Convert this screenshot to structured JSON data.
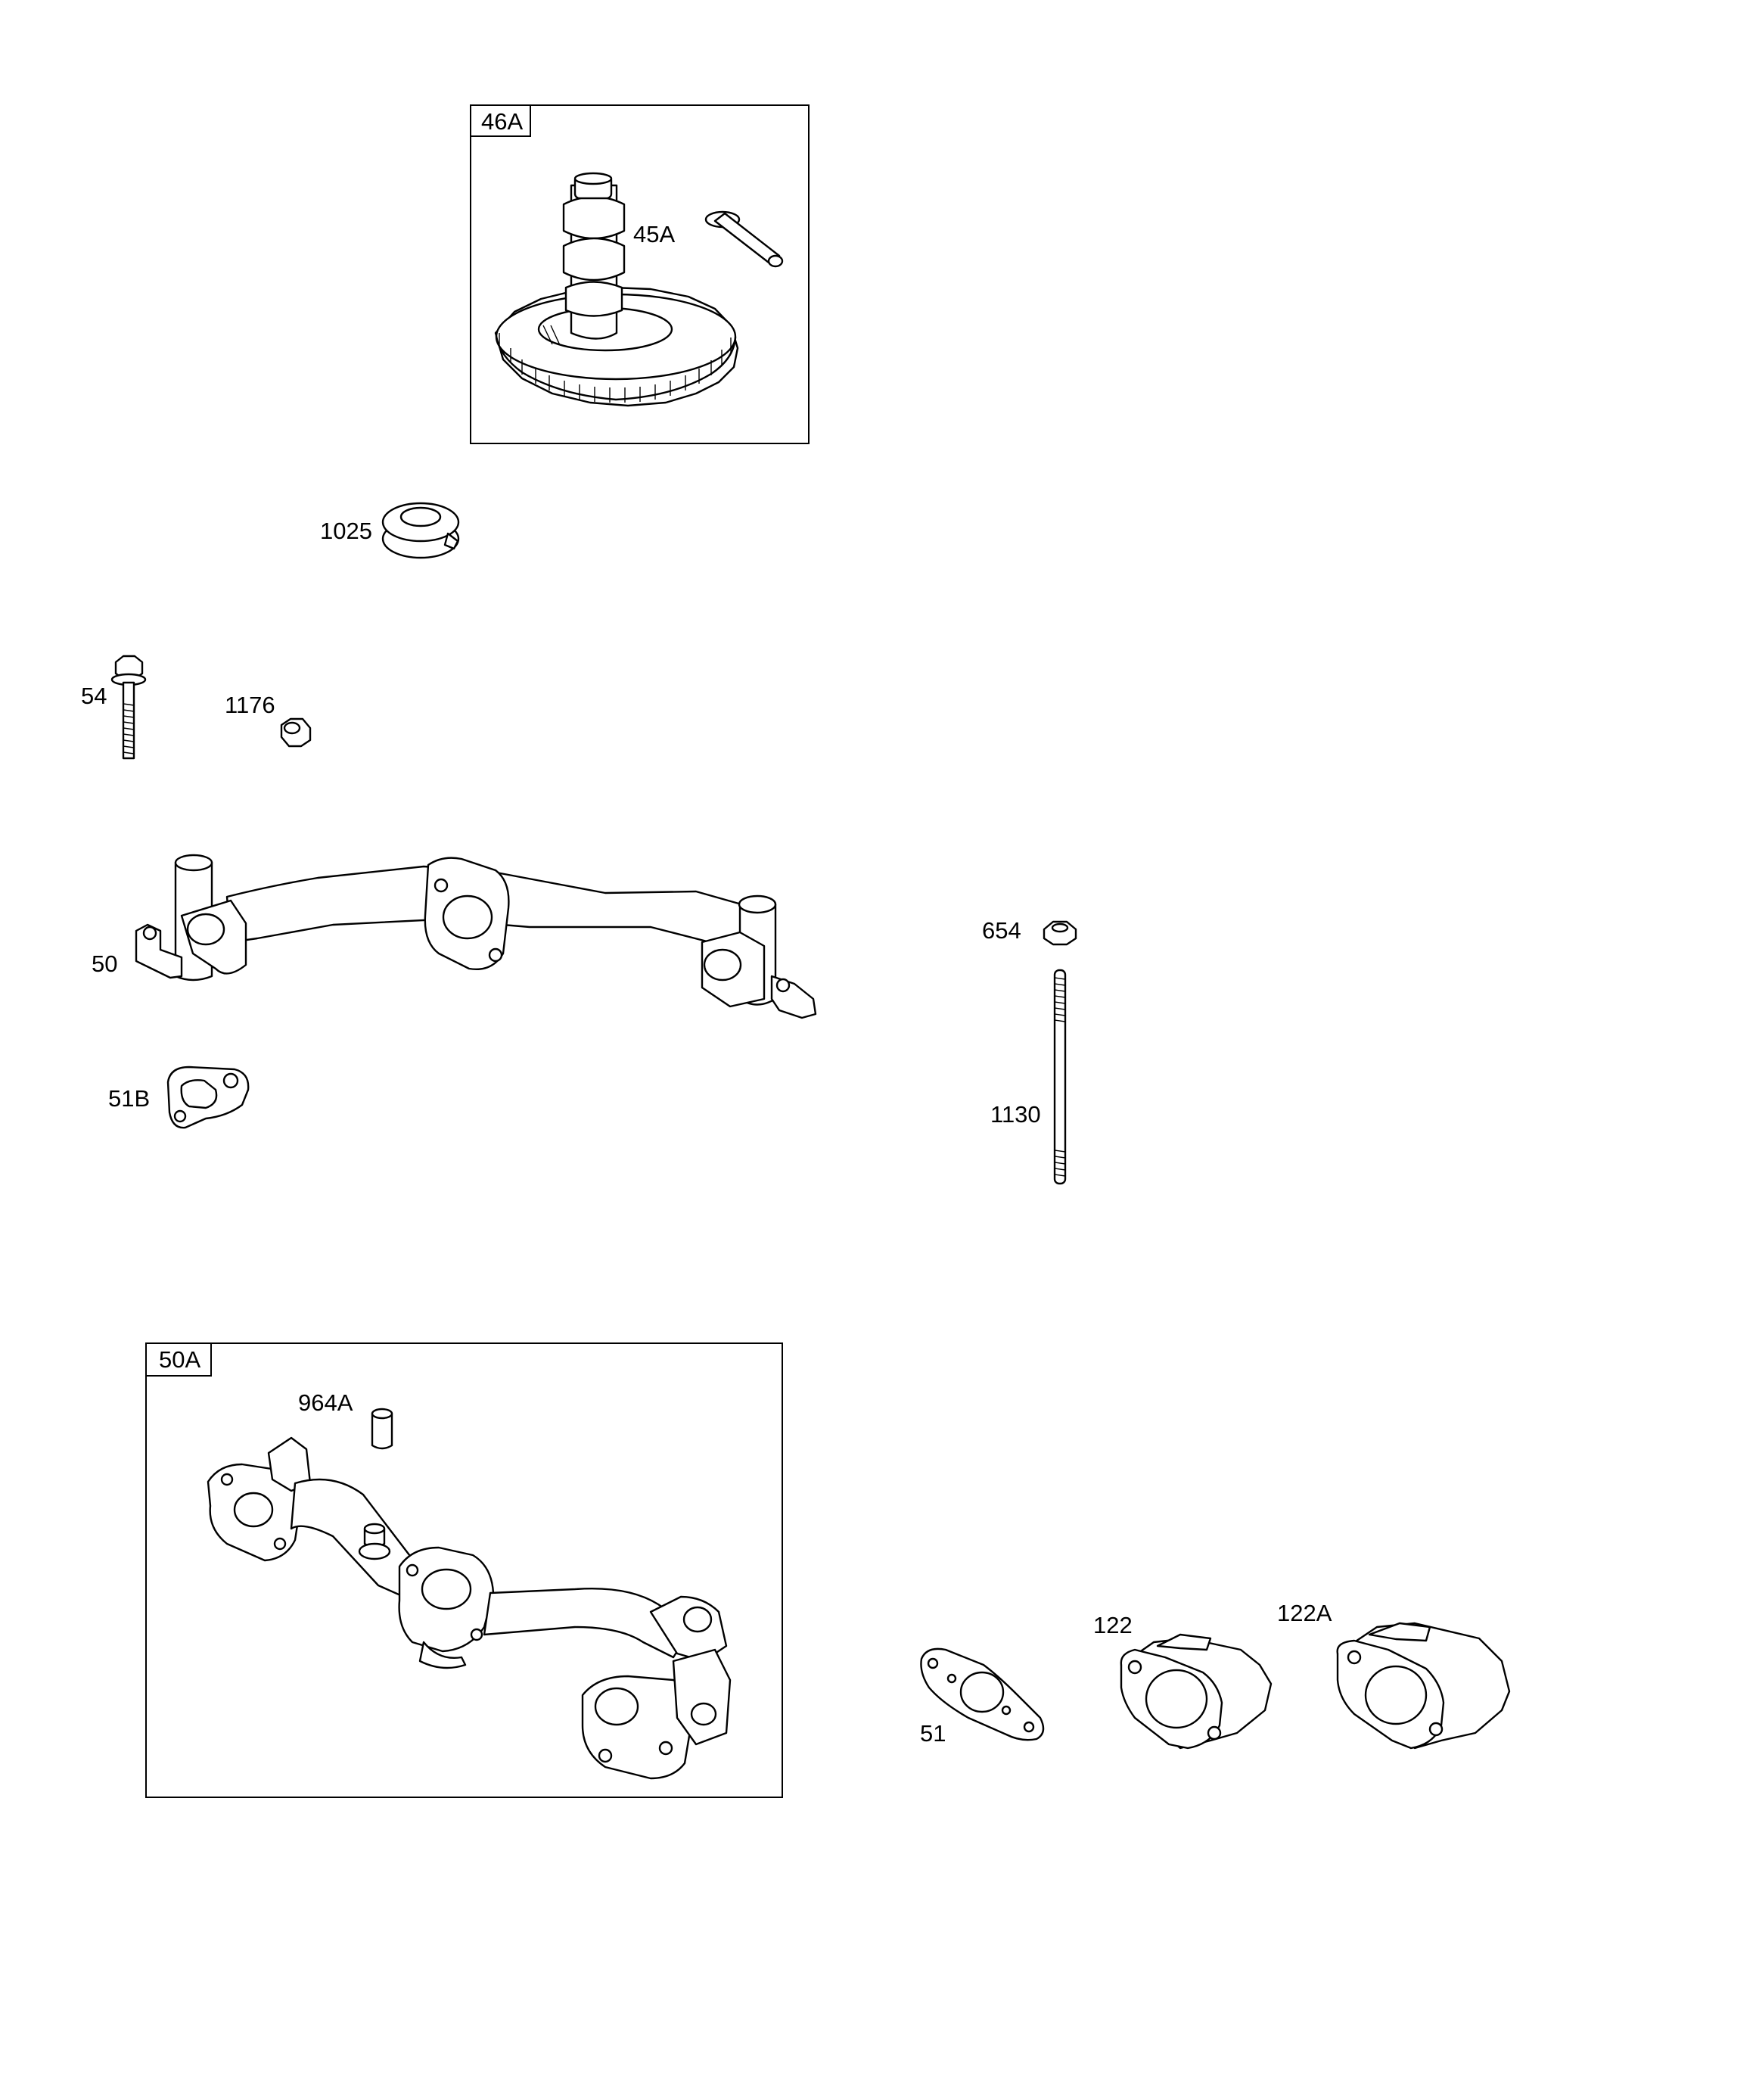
{
  "assemblies": [
    {
      "id": "46A",
      "label": "46A"
    },
    {
      "id": "50A",
      "label": "50A"
    }
  ],
  "parts": [
    {
      "id": "45A",
      "label": "45A"
    },
    {
      "id": "1025",
      "label": "1025"
    },
    {
      "id": "54",
      "label": "54"
    },
    {
      "id": "1176",
      "label": "1176"
    },
    {
      "id": "50",
      "label": "50"
    },
    {
      "id": "51B",
      "label": "51B"
    },
    {
      "id": "654",
      "label": "654"
    },
    {
      "id": "1130",
      "label": "1130"
    },
    {
      "id": "964A",
      "label": "964A"
    },
    {
      "id": "51",
      "label": "51"
    },
    {
      "id": "122",
      "label": "122"
    },
    {
      "id": "122A",
      "label": "122A"
    }
  ]
}
